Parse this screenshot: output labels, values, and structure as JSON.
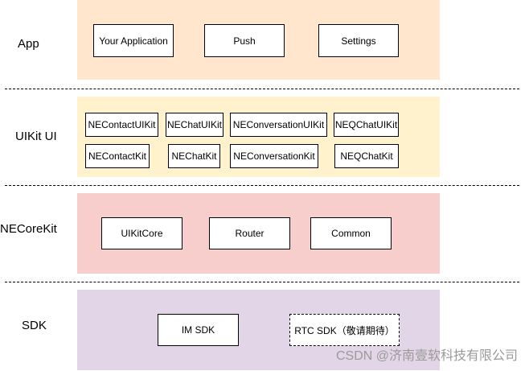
{
  "layers": {
    "app": {
      "label": "App",
      "items": [
        "Your Application",
        "Push",
        "Settings"
      ],
      "color": "#ffe6cc"
    },
    "uikit": {
      "label": "UIKit UI",
      "items_row1": [
        "NEContactUIKit",
        "NEChatUIKit",
        "NEConversationUIKit",
        "NEQChatUIKit"
      ],
      "items_row2": [
        "NEContactKit",
        "NEChatKit",
        "NEConversationKit",
        "NEQChatKit"
      ],
      "color": "#fff2cc"
    },
    "corekit": {
      "label": "NECoreKit",
      "items": [
        "UIKitCore",
        "Router",
        "Common"
      ],
      "color": "#f8cecc"
    },
    "sdk": {
      "label": "SDK",
      "items": [
        "IM SDK",
        "RTC SDK（敬请期待）"
      ],
      "color": "#e1d5e7"
    }
  },
  "watermark": "CSDN @济南壹软科技有限公司"
}
